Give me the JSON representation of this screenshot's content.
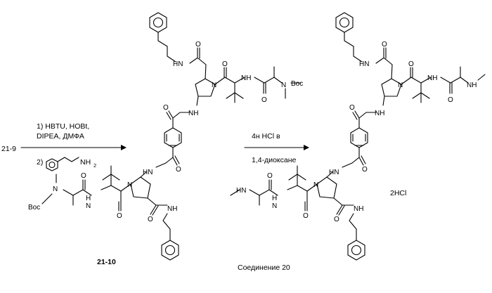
{
  "scheme": {
    "start_label": "21-9",
    "step1_conditions": {
      "line1": "1) HBTU, HOBt,",
      "line2": "DIPEA, ДМФА",
      "line3_prefix": "2)",
      "line3_reagent_suffix": "NH",
      "line3_subscript": "2"
    },
    "intermediate_label": "21-10",
    "step2_conditions": {
      "line1": "4н  HCl в",
      "line2": "1,4-диоксане"
    },
    "product_label": "Соединение 20",
    "product_salt": "2HCl"
  },
  "atoms": {
    "nh": "NH",
    "hn": "HN",
    "n": "N",
    "o": "O",
    "h": "H",
    "boc": "Boc"
  }
}
